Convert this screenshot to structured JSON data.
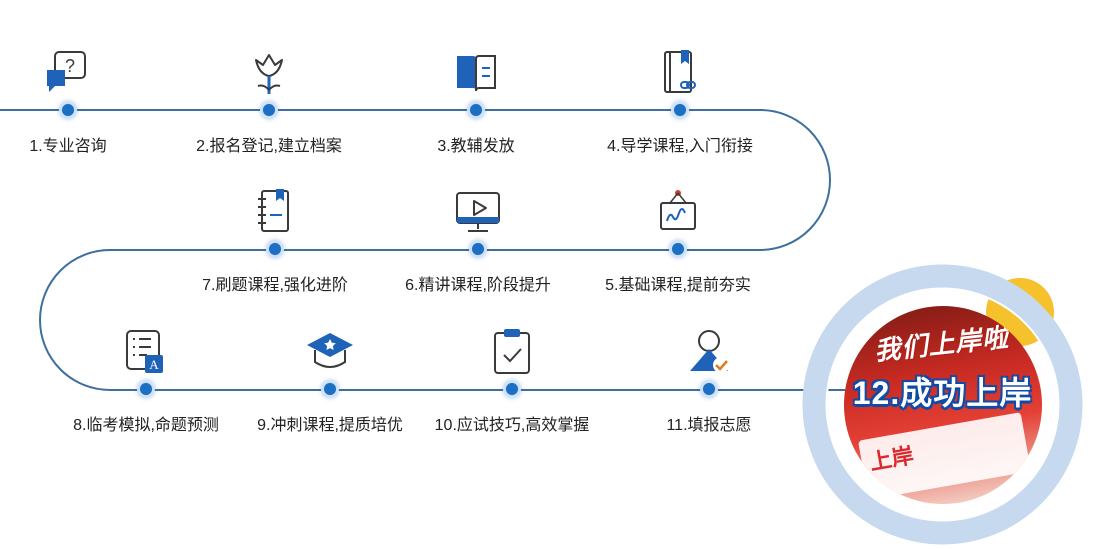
{
  "steps": [
    {
      "label": "1.专业咨询",
      "icon": "question-chat-icon"
    },
    {
      "label": "2.报名登记,建立档案",
      "icon": "tulip-icon"
    },
    {
      "label": "3.教辅发放",
      "icon": "open-book-icon"
    },
    {
      "label": "4.导学课程,入门衔接",
      "icon": "bookmark-link-icon"
    },
    {
      "label": "5.基础课程,提前夯实",
      "icon": "presentation-board-icon"
    },
    {
      "label": "6.精讲课程,阶段提升",
      "icon": "video-monitor-icon"
    },
    {
      "label": "7.刷题课程,强化进阶",
      "icon": "notebook-icon"
    },
    {
      "label": "8.临考模拟,命题预测",
      "icon": "list-letter-icon"
    },
    {
      "label": "9.冲刺课程,提质培优",
      "icon": "graduation-cap-icon"
    },
    {
      "label": "10.应试技巧,高效掌握",
      "icon": "clipboard-check-icon"
    },
    {
      "label": "11.填报志愿",
      "icon": "user-check-icon"
    }
  ],
  "success": {
    "title": "12.成功上岸",
    "photo_banner": "我们上岸啦",
    "photo_sign": "上岸"
  },
  "colors": {
    "path": "#3f6f9c",
    "icon_dark": "#3a3a3a",
    "icon_blue": "#1f63b8",
    "ring": "#c6d9ee",
    "sun": "#f5c12c"
  }
}
